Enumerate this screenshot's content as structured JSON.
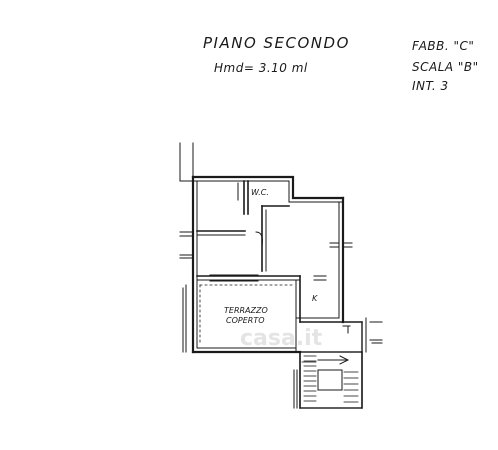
{
  "header": {
    "title": "PIANO SECONDO",
    "height": "Hmd= 3.10 ml"
  },
  "info": {
    "building": "FABB. \"C\"",
    "stair": "SCALA \"B\"",
    "unit": "INT. 3"
  },
  "rooms": {
    "wc": "W.C.",
    "kitchen": "K",
    "terrace_line1": "TERRAZZO",
    "terrace_line2": "COPERTO"
  },
  "watermark": "casa.it",
  "colors": {
    "wall": "#1a1a1a",
    "background": "#ffffff"
  }
}
